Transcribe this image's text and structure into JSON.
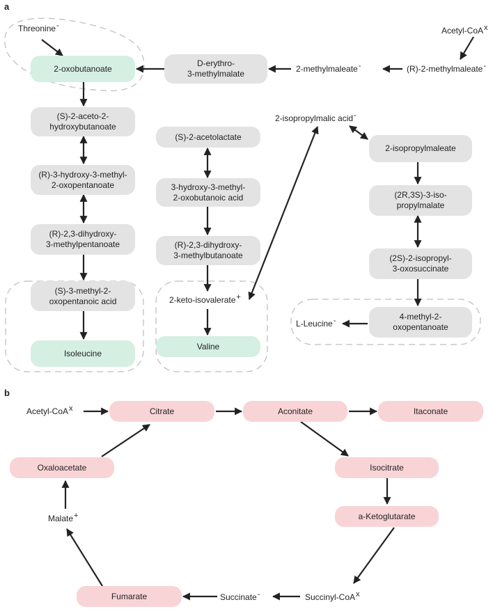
{
  "panel_a": {
    "label": "a",
    "threonine": {
      "text": "Threonine",
      "mark": "-"
    },
    "acetyl_coa": {
      "text": "Acetyl-CoA",
      "mark": "x"
    },
    "oxobutanoate": "2-oxobutanoate",
    "erythro": "D-erythro-\n3-methylmalate",
    "methylmaleate": {
      "text": "2-methylmaleate",
      "mark": "-"
    },
    "r_methylmaleate": {
      "text": "(R)-2-methylmaleate",
      "mark": "-"
    },
    "aceto_hydroxybutanoate": "(S)-2-aceto-2-\nhydroxybutanoate",
    "hydroxy_methyl_oxopentanoate": "(R)-3-hydroxy-3-methyl-\n2-oxopentanoate",
    "dihydroxy_methylpentanoate": "(R)-2,3-dihydroxy-\n3-methylpentanoate",
    "methyl_oxopentanoic": "(S)-3-methyl-2-\noxopentanoic acid",
    "isoleucine": "Isoleucine",
    "acetolactate": "(S)-2-acetolactate",
    "hydroxy_methyl_oxobutanoic": "3-hydroxy-3-methyl-\n2-oxobutanoic acid",
    "dihydroxy_methylbutanoate": "(R)-2,3-dihydroxy-\n3-methylbutanoate",
    "keto_isovalerate": {
      "text": "2-keto-isovalerate",
      "mark": "+"
    },
    "valine": "Valine",
    "isopropylmalic": {
      "text": "2-isopropylmalic acid",
      "mark": "-"
    },
    "isopropylmaleate": "2-isopropylmaleate",
    "isopropylmalate": "(2R,3S)-3-iso-\npropylmalate",
    "isopropyl_oxosuccinate": "(2S)-2-isopropyl-\n3-oxosuccinate",
    "methyl_oxopentanoate": "4-methyl-2-\noxopentanoate",
    "leucine": {
      "text": "L-Leucine",
      "mark": "-"
    }
  },
  "panel_b": {
    "label": "b",
    "acetyl_coa": {
      "text": "Acetyl-CoA",
      "mark": "x"
    },
    "citrate": "Citrate",
    "aconitate": "Aconitate",
    "itaconate": "Itaconate",
    "oxaloacetate": "Oxaloacetate",
    "isocitrate": "Isocitrate",
    "malate": {
      "text": "Malate",
      "mark": "+"
    },
    "ketoglutarate": "a-Ketoglutarate",
    "fumarate": "Fumarate",
    "succinate": {
      "text": "Succinate",
      "mark": "-"
    },
    "succinyl_coa": {
      "text": "Succinyl-CoA",
      "mark": "x"
    }
  },
  "colors": {
    "node_grey": "#e3e3e3",
    "node_green": "#d5efe3",
    "node_pink": "#f9d4d6",
    "arrow": "#222222",
    "dashed_group": "#c8c8c8"
  }
}
